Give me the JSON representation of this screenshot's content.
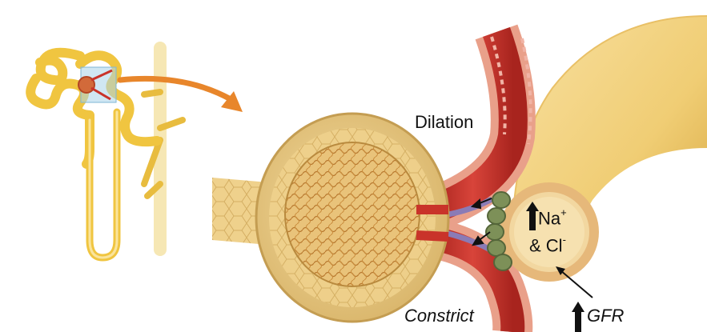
{
  "labels": {
    "dilation": "Dilation",
    "constrict": "Constrict",
    "na_text": "Na",
    "na_charge": "+",
    "cl_text": "& Cl",
    "cl_charge": "-",
    "gfr": "GFR"
  },
  "colors": {
    "tubule": "#efc34a",
    "tubule_dark": "#c9962a",
    "capsule": "#edcd82",
    "capsule_edge": "#caa35a",
    "vessel": "#c9332a",
    "vessel_light": "#e2574a",
    "cell_green": "#7d9058",
    "orange_arrow": "#e8862b",
    "highlight_box": "#a9d3ea"
  }
}
